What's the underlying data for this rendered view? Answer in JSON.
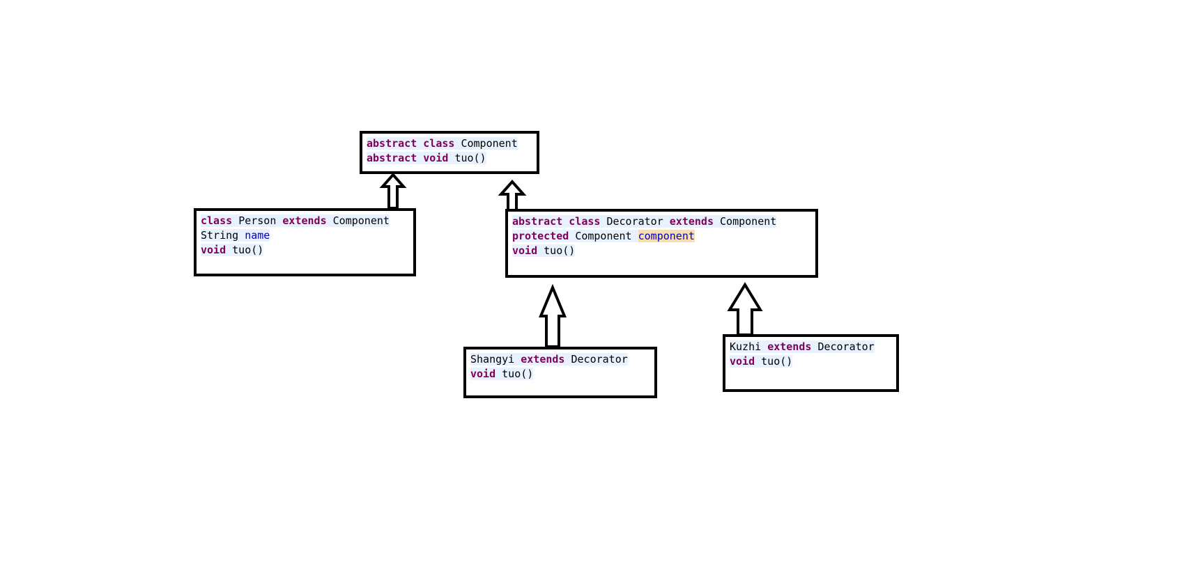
{
  "classes": {
    "component": {
      "line1": {
        "kw1": "abstract",
        "kw2": "class",
        "name": "Component"
      },
      "line2": {
        "kw1": "abstract",
        "kw2": "void",
        "method": "tuo()"
      }
    },
    "person": {
      "line1": {
        "kw1": "class",
        "name": "Person",
        "kw2": "extends",
        "parent": "Component"
      },
      "line2": {
        "type": "String",
        "field": "name"
      },
      "line3": {
        "kw": "void",
        "method": "tuo()"
      }
    },
    "decorator": {
      "line1": {
        "kw1": "abstract",
        "kw2": "class",
        "name": "Decorator",
        "kw3": "extends",
        "parent": "Component"
      },
      "line2": {
        "kw": "protected",
        "type": "Component",
        "field": "component"
      },
      "line3": {
        "kw": "void",
        "method": "tuo()"
      }
    },
    "shangyi": {
      "line1": {
        "name": "Shangyi",
        "kw": "extends",
        "parent": "Decorator"
      },
      "line2": {
        "kw": "void",
        "method": "tuo()"
      }
    },
    "kuzhi": {
      "line1": {
        "name": "Kuzhi",
        "kw": "extends",
        "parent": "Decorator"
      },
      "line2": {
        "kw": "void",
        "method": "tuo()"
      }
    }
  }
}
